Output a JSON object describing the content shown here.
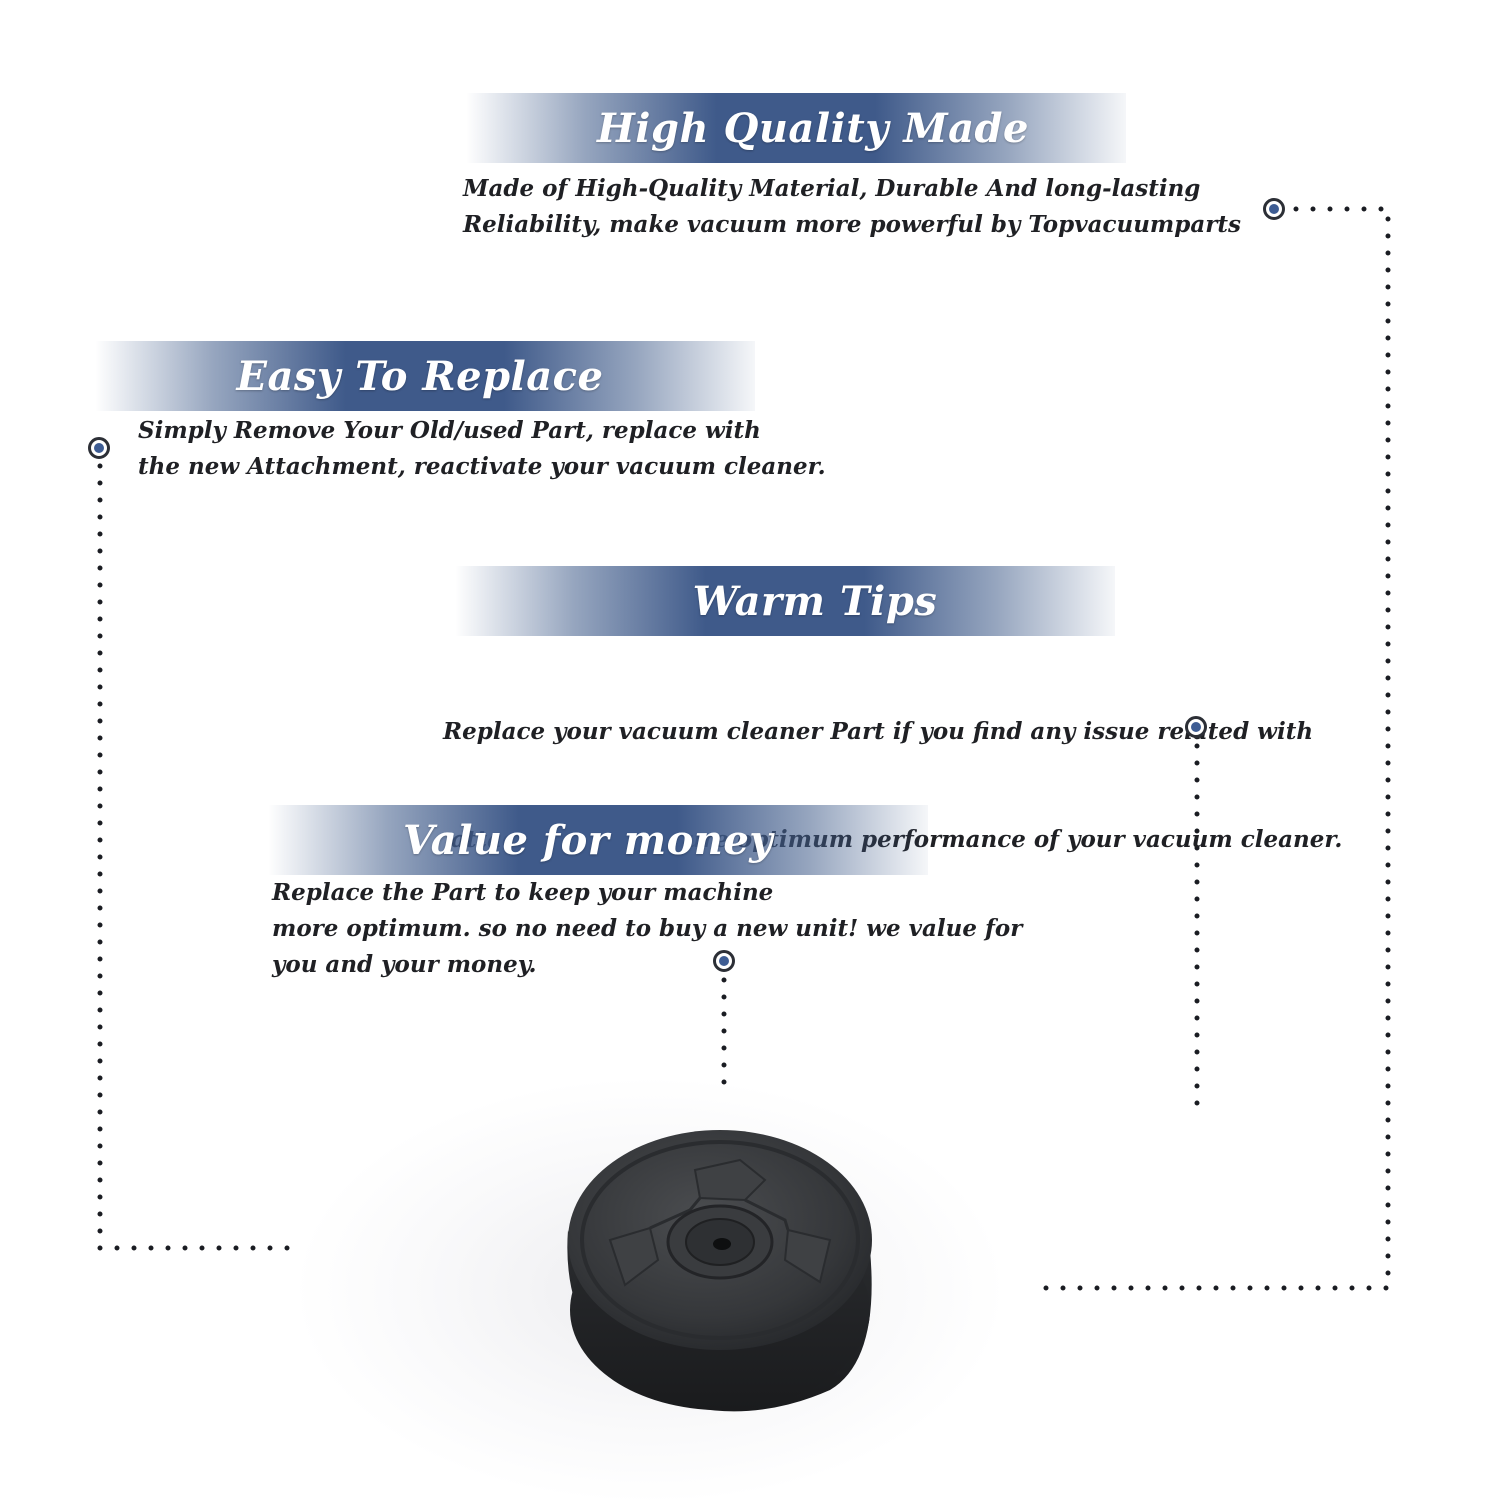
{
  "features": [
    {
      "title": "High Quality Made",
      "lines": [
        "Made of  High-Quality Material, Durable And long-lasting",
        "Reliability, make vacuum more powerful by Topvacuumparts"
      ]
    },
    {
      "title": "Easy To Replace",
      "lines": [
        "Simply Remove Your Old/used Part, replace with",
        "the new Attachment, reactivate your vacuum cleaner."
      ]
    },
    {
      "title": "Warm Tips",
      "lines": [
        "Replace your vacuum cleaner Part if you find any issue related with",
        " attachment to ensure optimum performance of your vacuum cleaner."
      ]
    },
    {
      "title": "Value for money",
      "lines": [
        "Replace the Part to keep your machine",
        "more optimum. so no need to buy a new unit! we value for",
        "you and your money."
      ]
    }
  ],
  "colors": {
    "banner": "#3f5a8a",
    "node_fill": "#3d5c93",
    "text": "#1f2024",
    "dots": "#1a1c22"
  },
  "product": {
    "icon": "vacuum-wheel-icon"
  }
}
